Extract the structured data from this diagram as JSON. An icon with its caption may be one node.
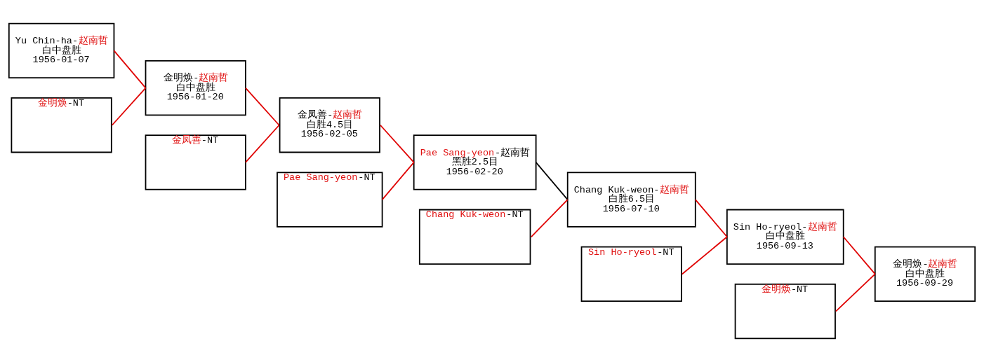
{
  "diagram": {
    "nodes": [
      {
        "text": [
          "Yu Chin-ha-赵南哲",
          "白中盘胜",
          "1956-01-07"
        ]
      },
      {
        "text": [
          "金明焕-NT"
        ]
      },
      {
        "text": [
          "金明焕-赵南哲",
          "白中盘胜",
          "1956-01-20"
        ]
      },
      {
        "text": [
          "金凤善-NT"
        ]
      },
      {
        "text": [
          "Pae Sang-yeon-NT"
        ]
      },
      {
        "text": [
          "金凤善-赵南哲",
          "白胜4.5目",
          "1956-02-05"
        ]
      },
      {
        "text": [
          "Pae Sang-yeon-赵南哲",
          "黑胜2.5目",
          "1956-02-20"
        ]
      },
      {
        "text": [
          "Chang Kuk-weon-NT"
        ]
      },
      {
        "text": [
          "Chang Kuk-weon-赵南哲",
          "白胜6.5目",
          "1956-07-10"
        ]
      },
      {
        "text": [
          "Sin Ho-ryeol-NT"
        ]
      },
      {
        "text": [
          "Sin Ho-ryeol-赵南哲",
          "白中盘胜",
          "1956-09-13"
        ]
      },
      {
        "text": [
          "金明焕-NT"
        ]
      },
      {
        "text": [
          "金明焕-赵南哲",
          "白中盘胜",
          "1956-09-29"
        ]
      }
    ],
    "edges": [
      {
        "from": 0,
        "to": 2,
        "arrow": "none"
      },
      {
        "from": 1,
        "to": 2,
        "arrow": "none"
      },
      {
        "from": 2,
        "to": 5,
        "arrow": "none"
      },
      {
        "from": 3,
        "to": 5,
        "arrow": "none"
      },
      {
        "from": 4,
        "to": 6,
        "arrow": "none"
      },
      {
        "from": 5,
        "to": 6,
        "arrow": "none"
      },
      {
        "from": 6,
        "to": 8,
        "arrow": "none",
        "color": "#000000"
      },
      {
        "from": 7,
        "to": 8,
        "arrow": "none"
      },
      {
        "from": 8,
        "to": 10,
        "arrow": "none"
      },
      {
        "from": 9,
        "to": 10,
        "arrow": "none"
      },
      {
        "from": 10,
        "to": 12,
        "arrow": "none"
      },
      {
        "from": 11,
        "to": 12,
        "arrow": "none"
      }
    ]
  }
}
